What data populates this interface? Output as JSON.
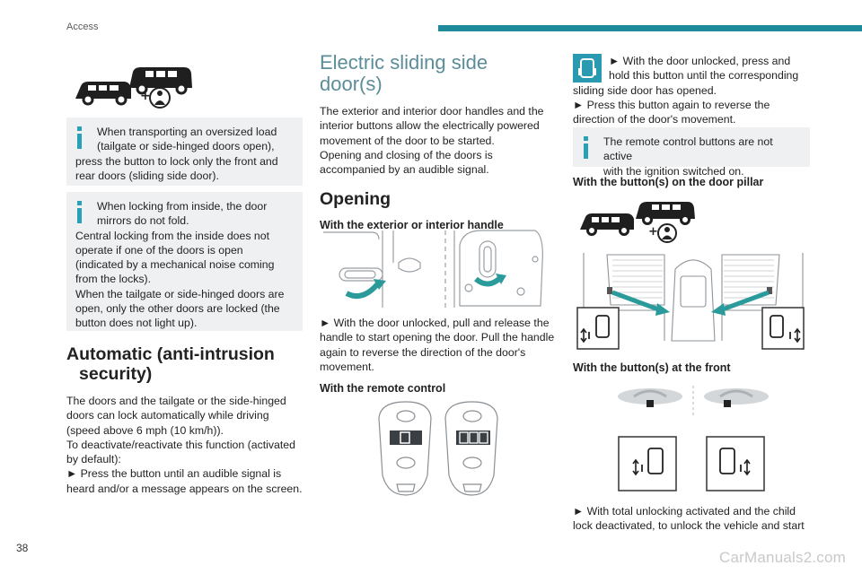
{
  "header": {
    "section": "Access"
  },
  "footer": {
    "page_number": "38",
    "watermark": "CarManuals2.com"
  },
  "left_column": {
    "note1": {
      "line1": "When transporting an oversized load",
      "line2": "(tailgate or side-hinged doors open),",
      "rest": "press the button to lock only the front and rear doors (sliding side door)."
    },
    "note2": {
      "line1": "When locking from inside, the door",
      "line2": "mirrors do not fold.",
      "rest": "Central locking from the inside does not operate if one of the doors is open (indicated by a mechanical noise coming from the locks).\nWhen the tailgate or side-hinged doors are open, only the other doors are locked (the button does not light up)."
    },
    "auto_heading_1": "Automatic (anti-intrusion",
    "auto_heading_2": "security)",
    "auto_text": "The doors and the tailgate or the side-hinged doors can lock automatically while driving (speed above 6 mph (10 km/h)).\nTo deactivate/reactivate this function (activated by default):\n► Press the button until an audible signal is heard and/or a message appears on the screen."
  },
  "middle_column": {
    "title_1": "Electric sliding side",
    "title_2": "door(s)",
    "intro": "The exterior and interior door handles and the interior buttons allow the electrically powered movement of the door to be started.\nOpening and closing of the doors is accompanied by an audible signal.",
    "opening_heading": "Opening",
    "handle_heading": "With the exterior or interior handle",
    "handle_text": "► With the door unlocked, pull and release the handle to start opening the door. Pull the handle again to reverse the direction of the door's movement.",
    "remote_heading": "With the remote control"
  },
  "right_column": {
    "remote_step_1a": "► With the door unlocked, press and",
    "remote_step_1b": "hold this button until the corresponding",
    "remote_step_1c": "sliding side door has opened.",
    "remote_step_2": "► Press this button again to reverse the direction of the door's movement.",
    "note3": {
      "line1": "The remote control buttons are not active",
      "line2": "with the ignition switched on."
    },
    "pillar_heading": "With the button(s) on the door pillar",
    "front_heading": "With the button(s) at the front",
    "final_text": "► With total unlocking activated and the child lock deactivated, to unlock the vehicle and start"
  },
  "icons": {
    "vans": "van-icons",
    "lock_person": "door-lock-person-icon",
    "sliding_door": "sliding-door-icon",
    "info": "info-icon"
  },
  "colors": {
    "accent_bar": "#1f8a9a",
    "heading": "#5b8d99",
    "note_bg": "#eef0f2",
    "info_mark": "#2aa0b8",
    "arrow": "#2a9a9a"
  }
}
